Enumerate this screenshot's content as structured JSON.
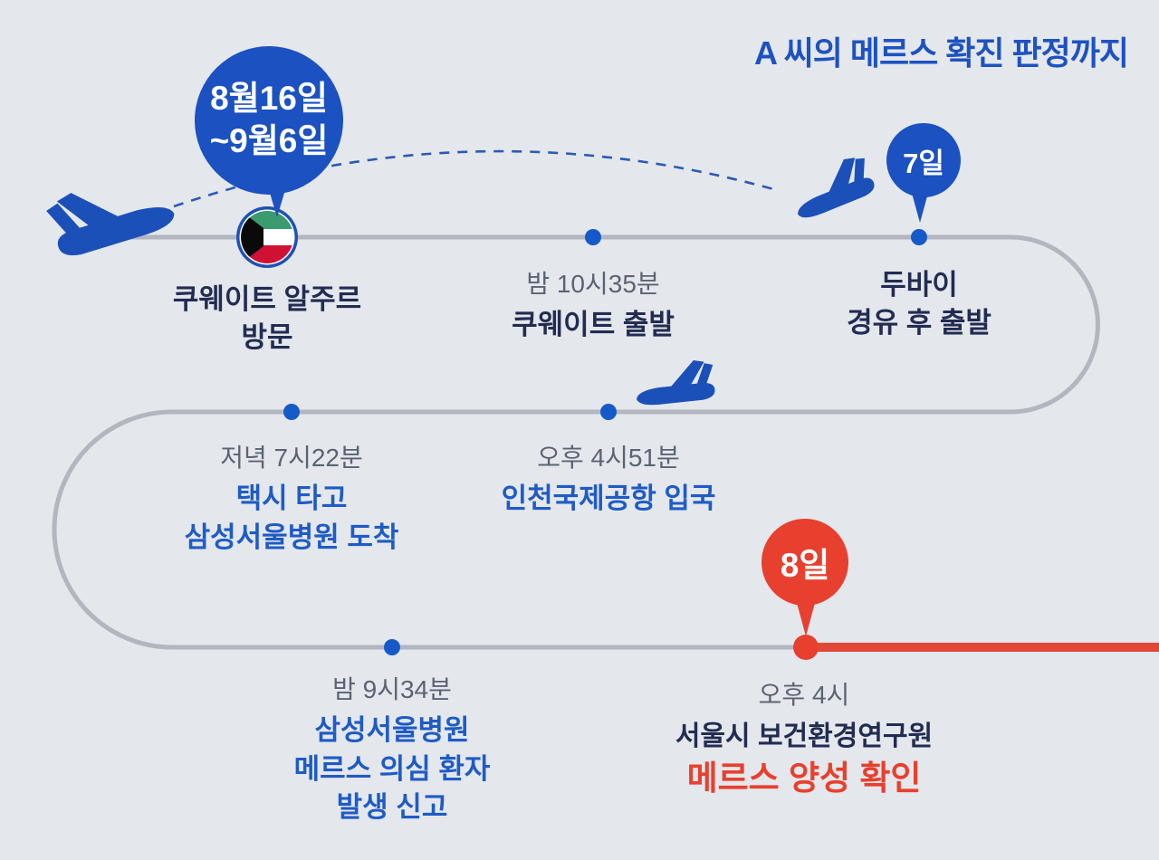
{
  "title": "A 씨의 메르스 확진 판정까지",
  "badges": {
    "visit_period": {
      "line1": "8월16일",
      "line2": "~9월6일"
    },
    "day7": "7일",
    "day8": "8일"
  },
  "stops": {
    "kuwait_visit": {
      "label_line1": "쿠웨이트 알주르",
      "label_line2": "방문"
    },
    "kuwait_departure": {
      "time": "밤 10시35분",
      "label": "쿠웨이트 출발"
    },
    "dubai": {
      "label_line1": "두바이",
      "label_line2": "경유 후 출발"
    },
    "incheon": {
      "time": "오후 4시51분",
      "label": "인천국제공항 입국"
    },
    "samsung_arrival": {
      "time": "저녁 7시22분",
      "label_line1": "택시 타고",
      "label_line2": "삼성서울병원 도착"
    },
    "mers_report": {
      "time": "밤 9시34분",
      "label_line1": "삼성서울병원",
      "label_line2": "메르스 의심 환자",
      "label_line3": "발생 신고"
    },
    "positive": {
      "time": "오후 4시",
      "label_line1": "서울시 보건환경연구원",
      "label_line2": "메르스 양성 확인"
    }
  },
  "icons": {
    "plane_takeoff": "plane-takeoff-icon",
    "plane_landing": "plane-landing-icon",
    "plane_arrival": "plane-arrival-icon",
    "kuwait_flag": "kuwait-flag-icon"
  },
  "colors": {
    "accent_blue": "#1b51c0",
    "label_blue": "#1e5bc6",
    "navy": "#222c52",
    "time_gray": "#5b6373",
    "line_gray": "#b1b6bf",
    "red": "#e8402e",
    "background": "#e4e7ec",
    "flag_green": "#3a9b6e",
    "flag_red": "#cf1233",
    "flag_black": "#0a0a0a"
  }
}
